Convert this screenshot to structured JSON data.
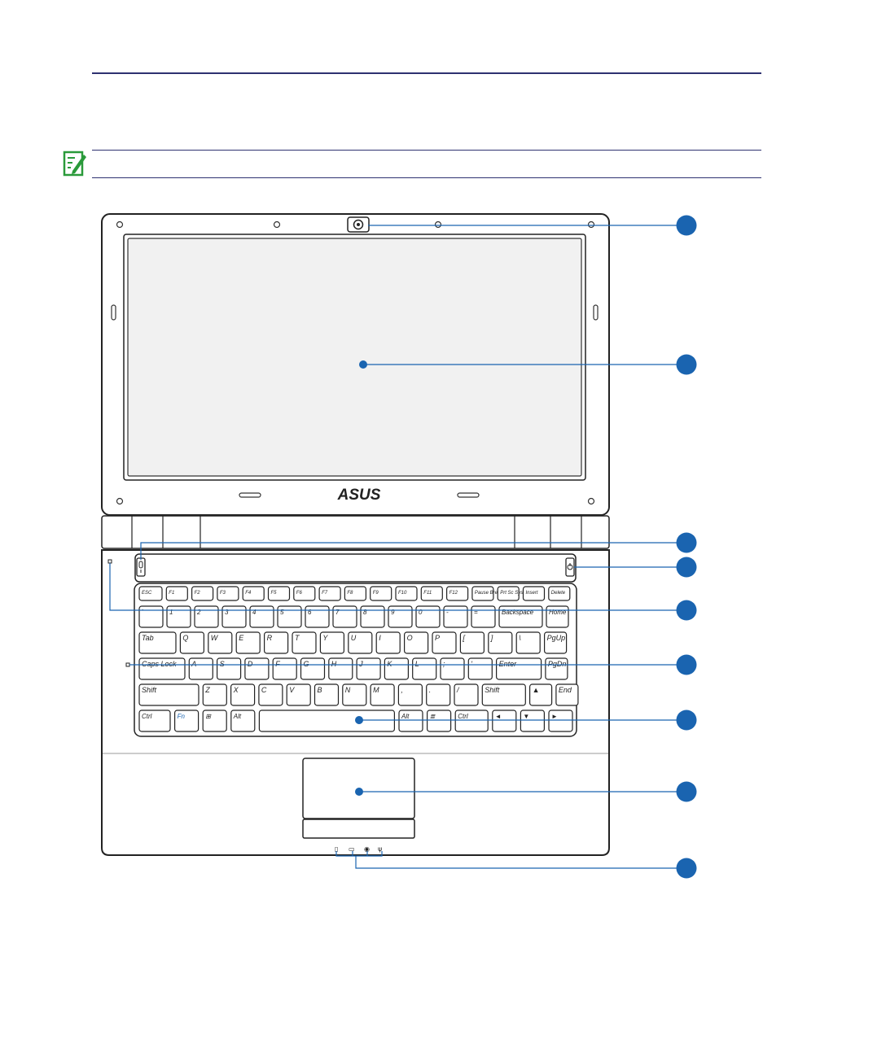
{
  "brand": {
    "logo_text": "ASUS"
  },
  "colors": {
    "accent": "#1a64b0",
    "rule": "#2e3170",
    "note_green": "#2a9a3a",
    "outline": "#222222"
  },
  "icons": [
    "note-pencil-icon",
    "camera-icon",
    "microphone-icon",
    "power-icon",
    "led-indicator-icons"
  ],
  "keyboard": {
    "fn_row": [
      "ESC",
      "F1",
      "F2",
      "F3",
      "F4",
      "F5",
      "F6",
      "F7",
      "F8",
      "F9",
      "F10",
      "F11",
      "F12",
      "Pause Break",
      "Prt Sc SysRq",
      "Insert",
      "Delete"
    ],
    "num_row": [
      "`",
      "1",
      "2",
      "3",
      "4",
      "5",
      "6",
      "7",
      "8",
      "9",
      "0",
      "-",
      "=",
      "Backspace",
      "Home"
    ],
    "q_row": [
      "Tab",
      "Q",
      "W",
      "E",
      "R",
      "T",
      "Y",
      "U",
      "I",
      "O",
      "P",
      "[",
      "]",
      "\\",
      "PgUp"
    ],
    "a_row": [
      "Caps Lock",
      "A",
      "S",
      "D",
      "F",
      "G",
      "H",
      "J",
      "K",
      "L",
      ";",
      "'",
      "Enter",
      "PgDn"
    ],
    "z_row": [
      "Shift",
      "Z",
      "X",
      "C",
      "V",
      "B",
      "N",
      "M",
      ",",
      ".",
      "/",
      "Shift",
      "▲",
      "End"
    ],
    "bottom_row": [
      "Ctrl",
      "Fn",
      "⊞",
      "Alt",
      "",
      "Alt",
      "≣",
      "Ctrl",
      "◄",
      "▼",
      "►"
    ]
  },
  "callouts": [
    {
      "id": "webcam"
    },
    {
      "id": "display"
    },
    {
      "id": "microphone"
    },
    {
      "id": "power-switch"
    },
    {
      "id": "status-indicator"
    },
    {
      "id": "keyboard"
    },
    {
      "id": "spacebar"
    },
    {
      "id": "touchpad"
    },
    {
      "id": "status-leds"
    }
  ]
}
